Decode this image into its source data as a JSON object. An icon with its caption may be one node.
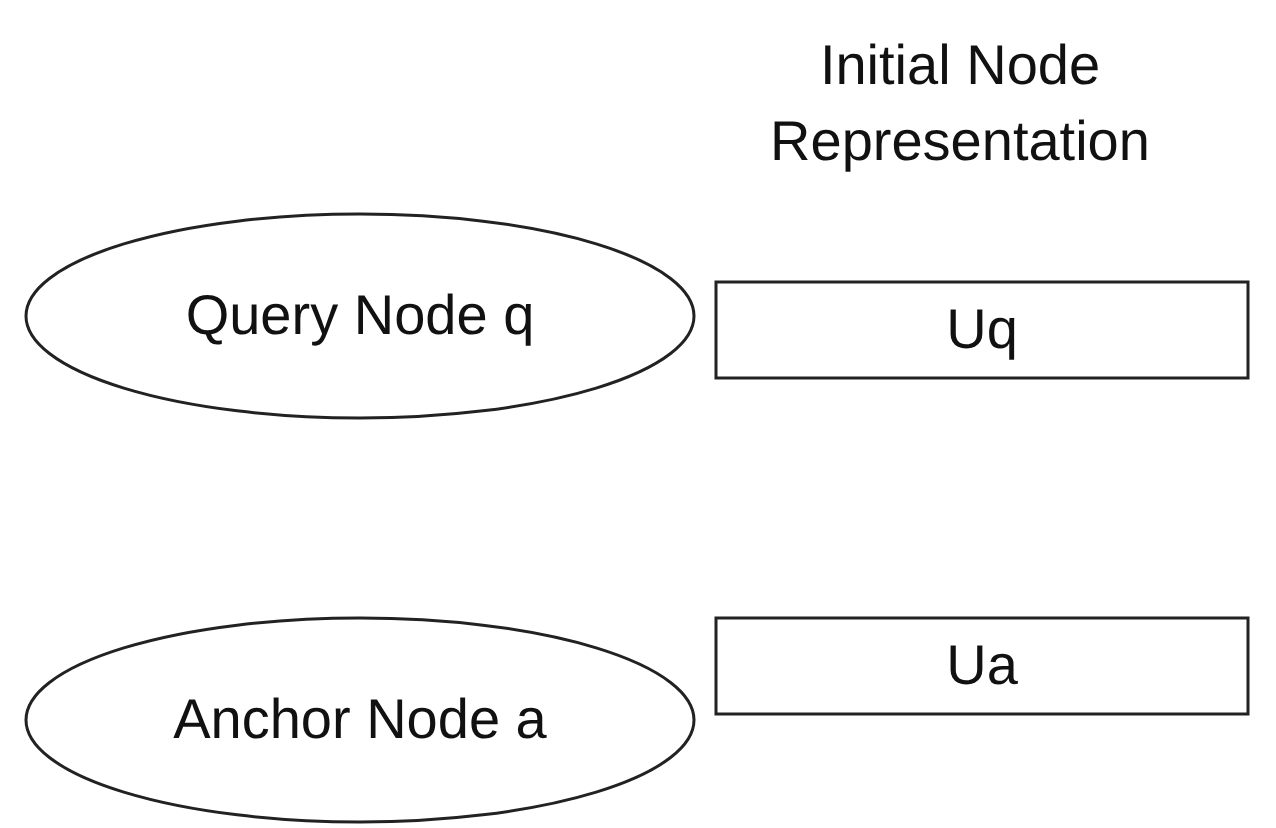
{
  "diagram": {
    "nodes": [
      {
        "text": [
          "Query Node q"
        ]
      },
      {
        "text": [
          "Uq"
        ]
      },
      {
        "text": [
          "Anchor Node a"
        ]
      },
      {
        "text": [
          "Ua"
        ]
      }
    ],
    "labels": [
      "Initial Node Representation"
    ]
  }
}
